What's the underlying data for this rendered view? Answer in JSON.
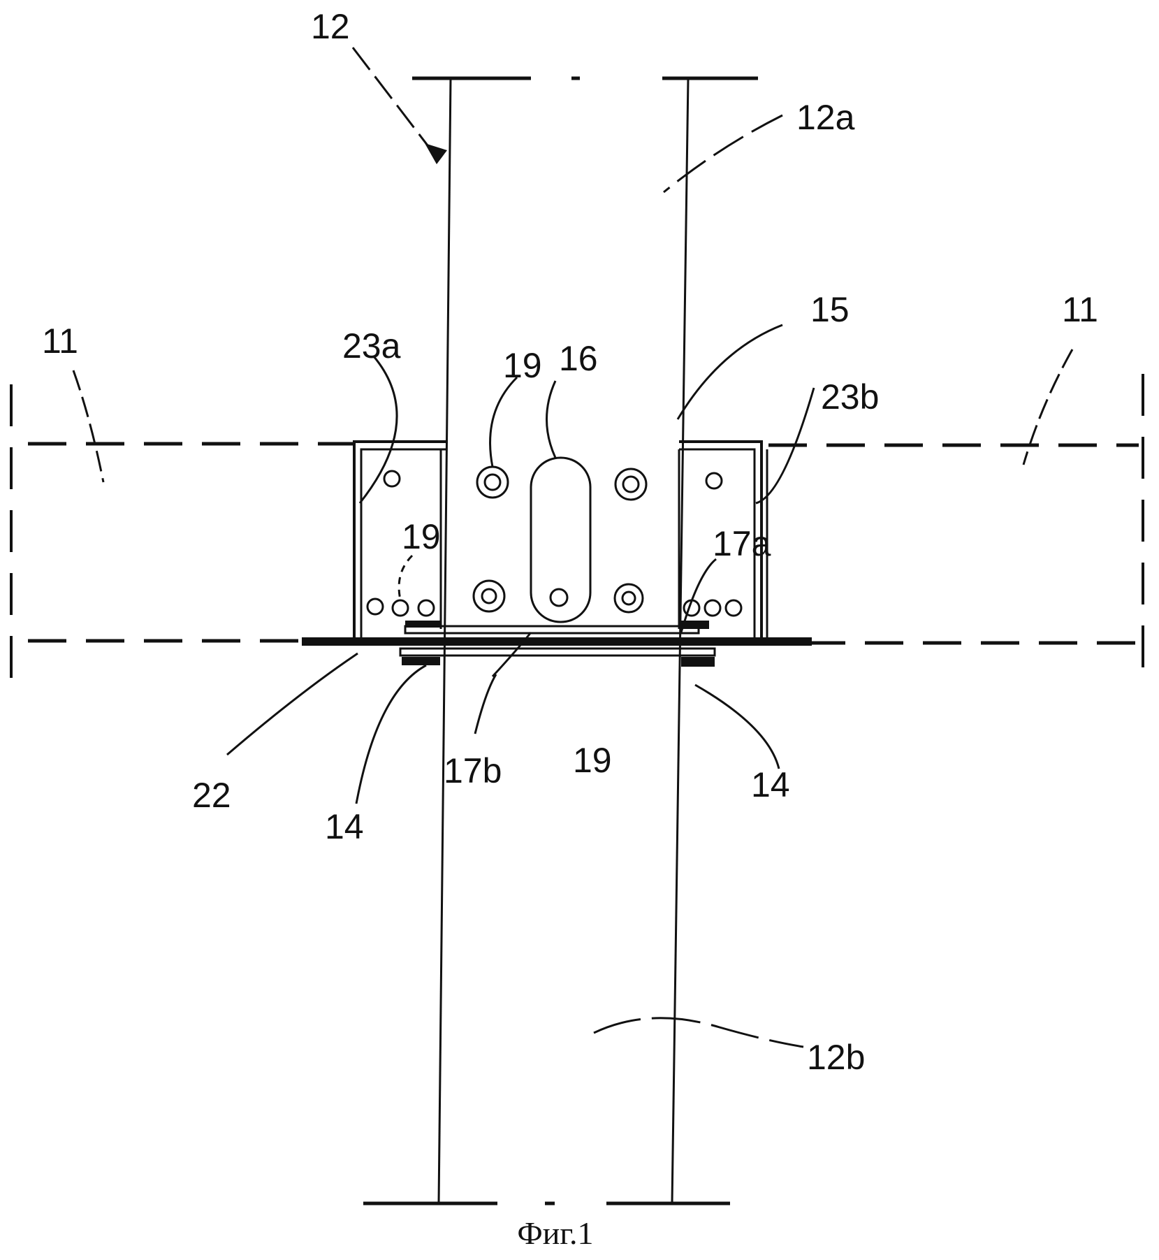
{
  "figure": {
    "caption": "Фиг.1",
    "labels": {
      "l12": "12",
      "l12a": "12a",
      "l12b": "12b",
      "l11_left": "11",
      "l11_right": "11",
      "l15": "15",
      "l16": "16",
      "l19_top": "19",
      "l19_left": "19",
      "l19_bottom": "19",
      "l23a": "23a",
      "l23b": "23b",
      "l17a": "17a",
      "l17b": "17b",
      "l22": "22",
      "l14_left": "14",
      "l14_right": "14"
    },
    "colors": {
      "ink": "#111111",
      "paper": "#ffffff"
    }
  }
}
